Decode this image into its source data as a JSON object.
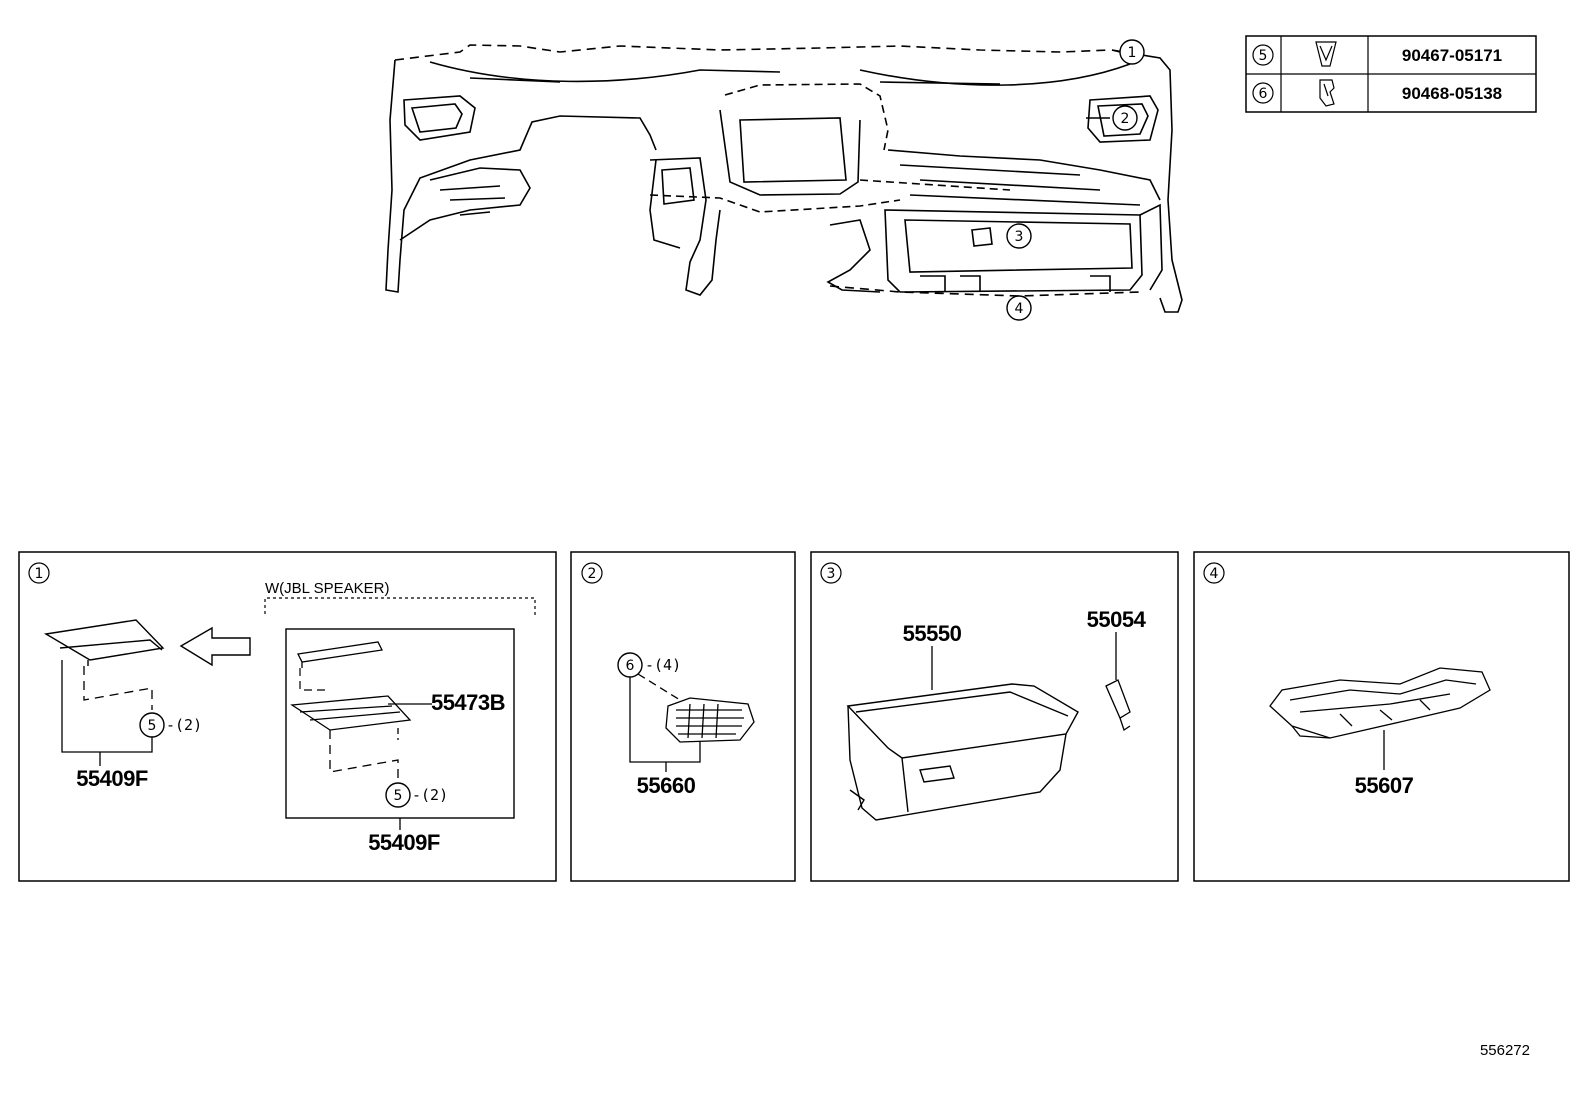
{
  "callouts": {
    "c1": "1",
    "c2": "2",
    "c3": "3",
    "c4": "4",
    "c5": "5",
    "c6": "6"
  },
  "legend_table": {
    "rows": [
      {
        "ref": "5",
        "part_number": "90467-05171",
        "icon": "push-clip-icon"
      },
      {
        "ref": "6",
        "part_number": "90468-05138",
        "icon": "clip-icon"
      }
    ]
  },
  "panels": {
    "p1": {
      "ref": "1",
      "variant_label": "W(JBL SPEAKER)",
      "left_part": "55409F",
      "left_clip_ref": "5",
      "left_clip_qty": "-(2)",
      "inner_upper_part": "55473B",
      "inner_part": "55409F",
      "inner_clip_ref": "5",
      "inner_clip_qty": "-(2)"
    },
    "p2": {
      "ref": "2",
      "clip_ref": "6",
      "clip_qty": "-(4)",
      "part": "55660"
    },
    "p3": {
      "ref": "3",
      "part_main": "55550",
      "part_small": "55054"
    },
    "p4": {
      "ref": "4",
      "part": "55607"
    }
  },
  "document_id": "556272",
  "colors": {
    "line": "#000000",
    "background": "#ffffff"
  }
}
